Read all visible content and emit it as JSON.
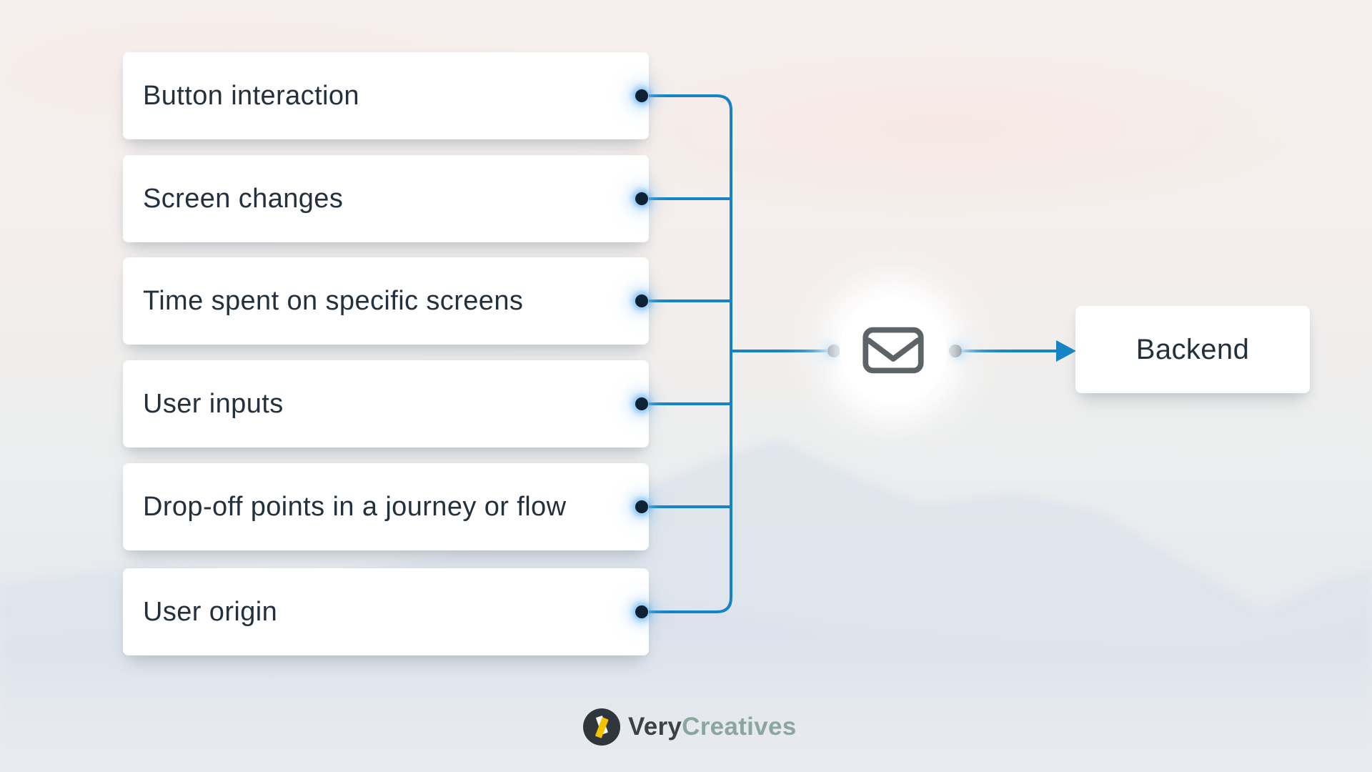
{
  "cards": [
    {
      "label": "Button interaction"
    },
    {
      "label": "Screen changes"
    },
    {
      "label": "Time spent on specific screens"
    },
    {
      "label": "User inputs"
    },
    {
      "label": "Drop-off points in a journey or flow"
    },
    {
      "label": "User origin"
    }
  ],
  "backend": {
    "label": "Backend"
  },
  "logo": {
    "brand_first": "Very",
    "brand_second": "Creatives"
  },
  "icons": {
    "hub": "envelope-icon",
    "brand_mark": "verycreatives-v-icon"
  },
  "colors": {
    "line_blue": "#1583c4",
    "dot_navy": "#0e2233",
    "glow_blue": "#8cc8f5",
    "card_bg": "#ffffff",
    "card_text": "#22313d",
    "envelope_gray": "#5c6467",
    "logo_circle": "#2f363c",
    "logo_yellow": "#f2c400",
    "logo_dark": "#3a4147",
    "logo_sage": "#8aa69e",
    "bg_top": "#f6efed",
    "bg_bottom": "#e5e8ec"
  }
}
